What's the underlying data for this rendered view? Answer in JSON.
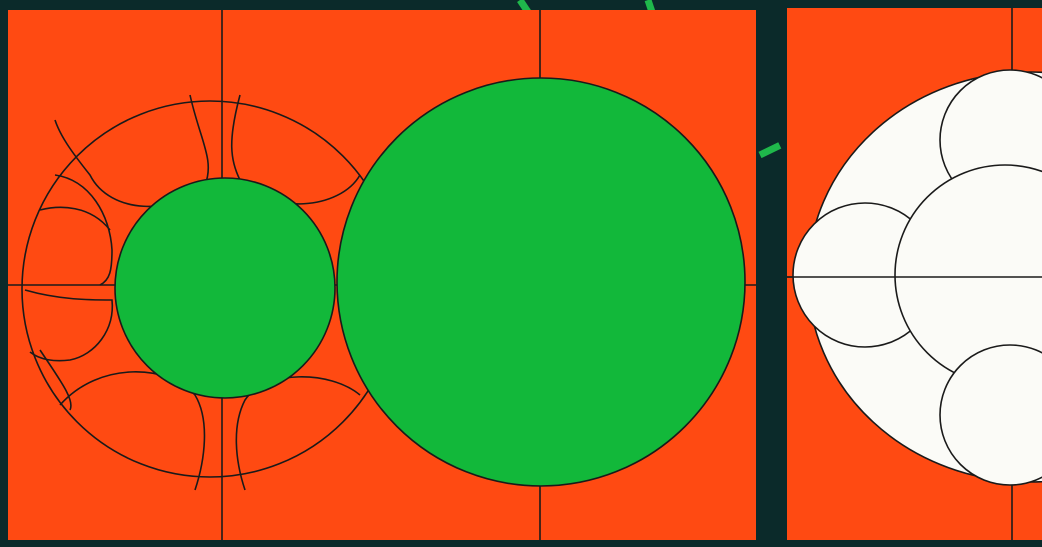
{
  "colors": {
    "background": "#0b2a2a",
    "panel": "#ff4a12",
    "green": "#12b83a",
    "white": "#fbfbf7",
    "line": "#1a1a1a",
    "dash": "#1fb84b"
  },
  "panels": [
    {
      "name": "left-panel",
      "content": "green-circles-with-ring-pattern"
    },
    {
      "name": "right-panel",
      "content": "white-circle-cluster"
    }
  ]
}
